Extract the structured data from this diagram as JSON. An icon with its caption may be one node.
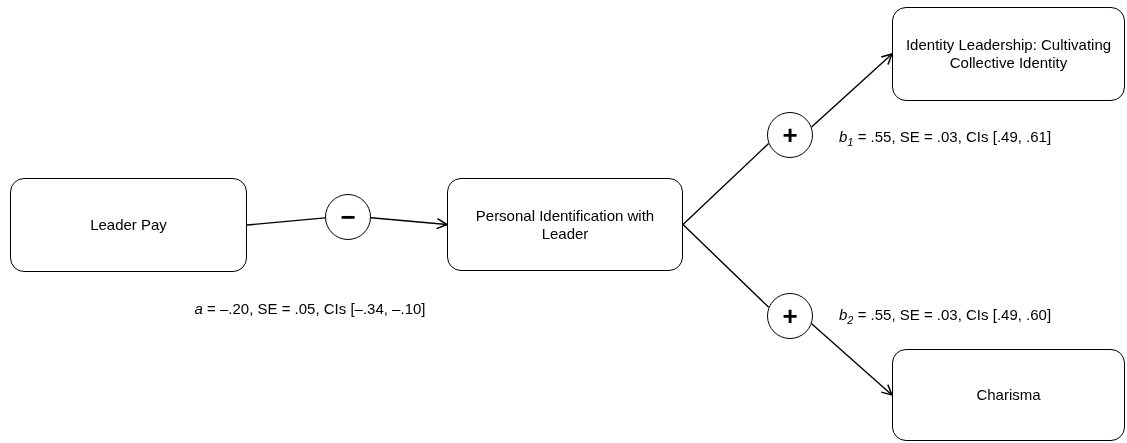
{
  "diagram": {
    "nodes": [
      {
        "text": [
          "Leader Pay"
        ]
      },
      {
        "text": [
          "−"
        ]
      },
      {
        "text": [
          "Personal Identification with Leader"
        ]
      },
      {
        "text": [
          "Identity Leadership: Cultivating Collective Identity"
        ]
      },
      {
        "text": [
          "+"
        ]
      },
      {
        "text": [
          "+"
        ]
      },
      {
        "text": [
          "Charisma"
        ]
      }
    ],
    "edges": [
      {
        "from": 0,
        "to": 1,
        "arrow": "none"
      },
      {
        "from": 1,
        "to": 2,
        "arrow": "to"
      },
      {
        "from": 2,
        "to": 4,
        "arrow": "none"
      },
      {
        "from": 4,
        "to": 3,
        "arrow": "to"
      },
      {
        "from": 2,
        "to": 5,
        "arrow": "none"
      },
      {
        "from": 5,
        "to": 6,
        "arrow": "to"
      }
    ],
    "labels": [
      "*a* = –.20, SE = .05, CIs [–.34, –.10]",
      "*b*$_{1}$ = .55, SE = .03, CIs [.49, .61]",
      "*b*$_{2}$ = .55, SE = .03, CIs [.49, .60]"
    ]
  }
}
